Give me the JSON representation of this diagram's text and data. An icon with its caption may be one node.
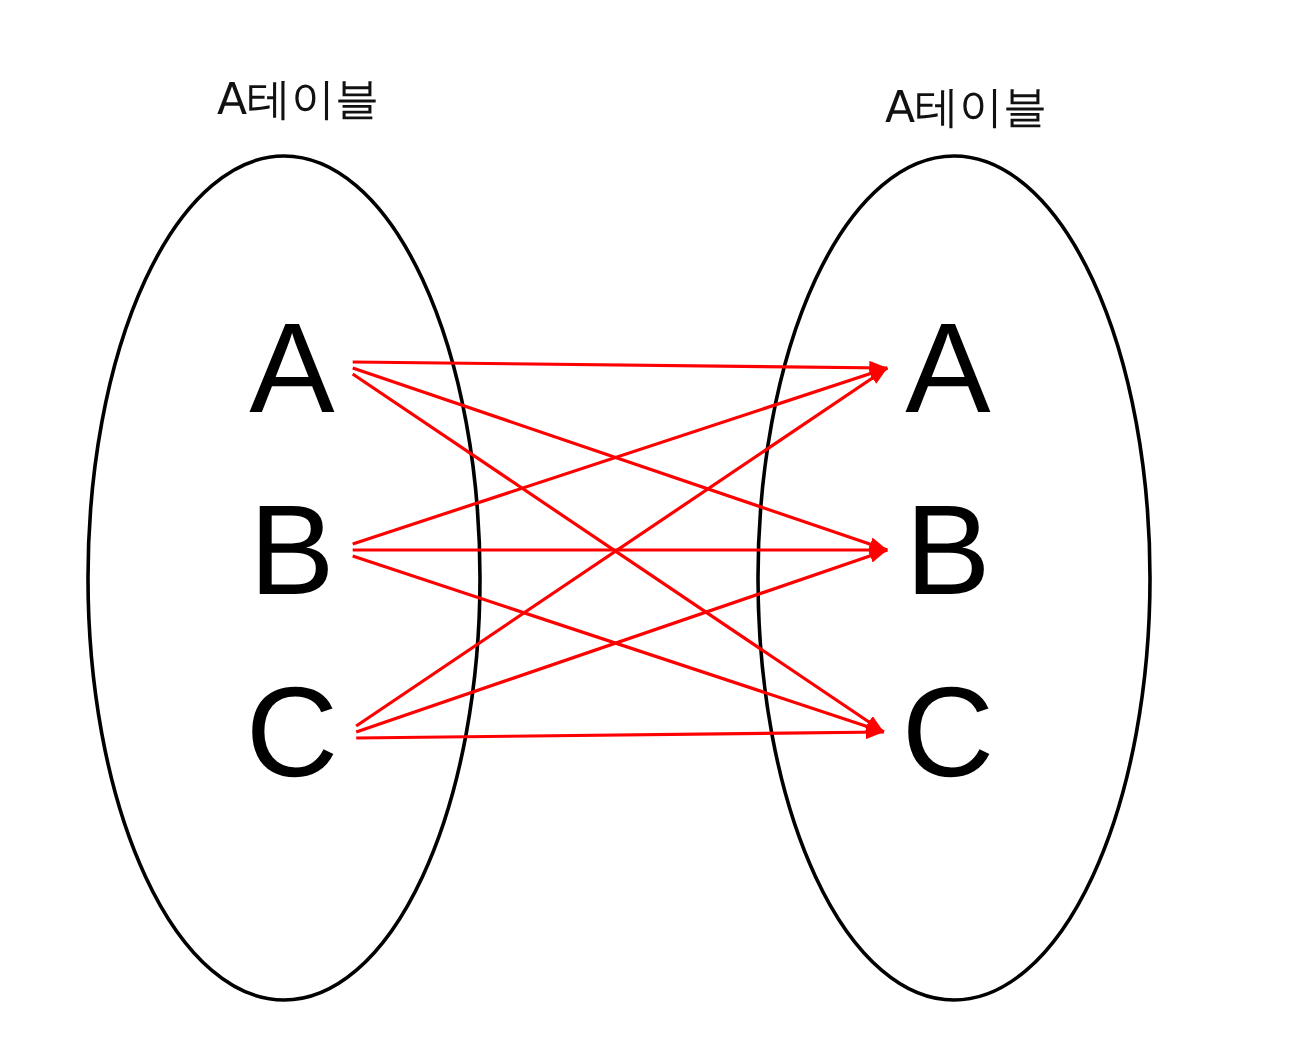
{
  "diagram": {
    "nodes": [
      {
        "text": [
          "A테이블"
        ]
      },
      {
        "text": [
          "A"
        ],
        "in": 0
      },
      {
        "text": [
          "B"
        ],
        "in": 0
      },
      {
        "text": [
          "C"
        ],
        "in": 0
      },
      {
        "text": [
          "A테이블"
        ]
      },
      {
        "text": [
          "A"
        ],
        "in": 4
      },
      {
        "text": [
          "B"
        ],
        "in": 4
      },
      {
        "text": [
          "C"
        ],
        "in": 4
      }
    ],
    "edges": [
      {
        "from": 1,
        "to": 5,
        "arrow": "to"
      },
      {
        "from": 1,
        "to": 6,
        "arrow": "to"
      },
      {
        "from": 1,
        "to": 7,
        "arrow": "to"
      },
      {
        "from": 2,
        "to": 5,
        "arrow": "to"
      },
      {
        "from": 2,
        "to": 6,
        "arrow": "to"
      },
      {
        "from": 2,
        "to": 7,
        "arrow": "to"
      },
      {
        "from": 3,
        "to": 5,
        "arrow": "to"
      },
      {
        "from": 3,
        "to": 6,
        "arrow": "to"
      },
      {
        "from": 3,
        "to": 7,
        "arrow": "to"
      }
    ]
  }
}
